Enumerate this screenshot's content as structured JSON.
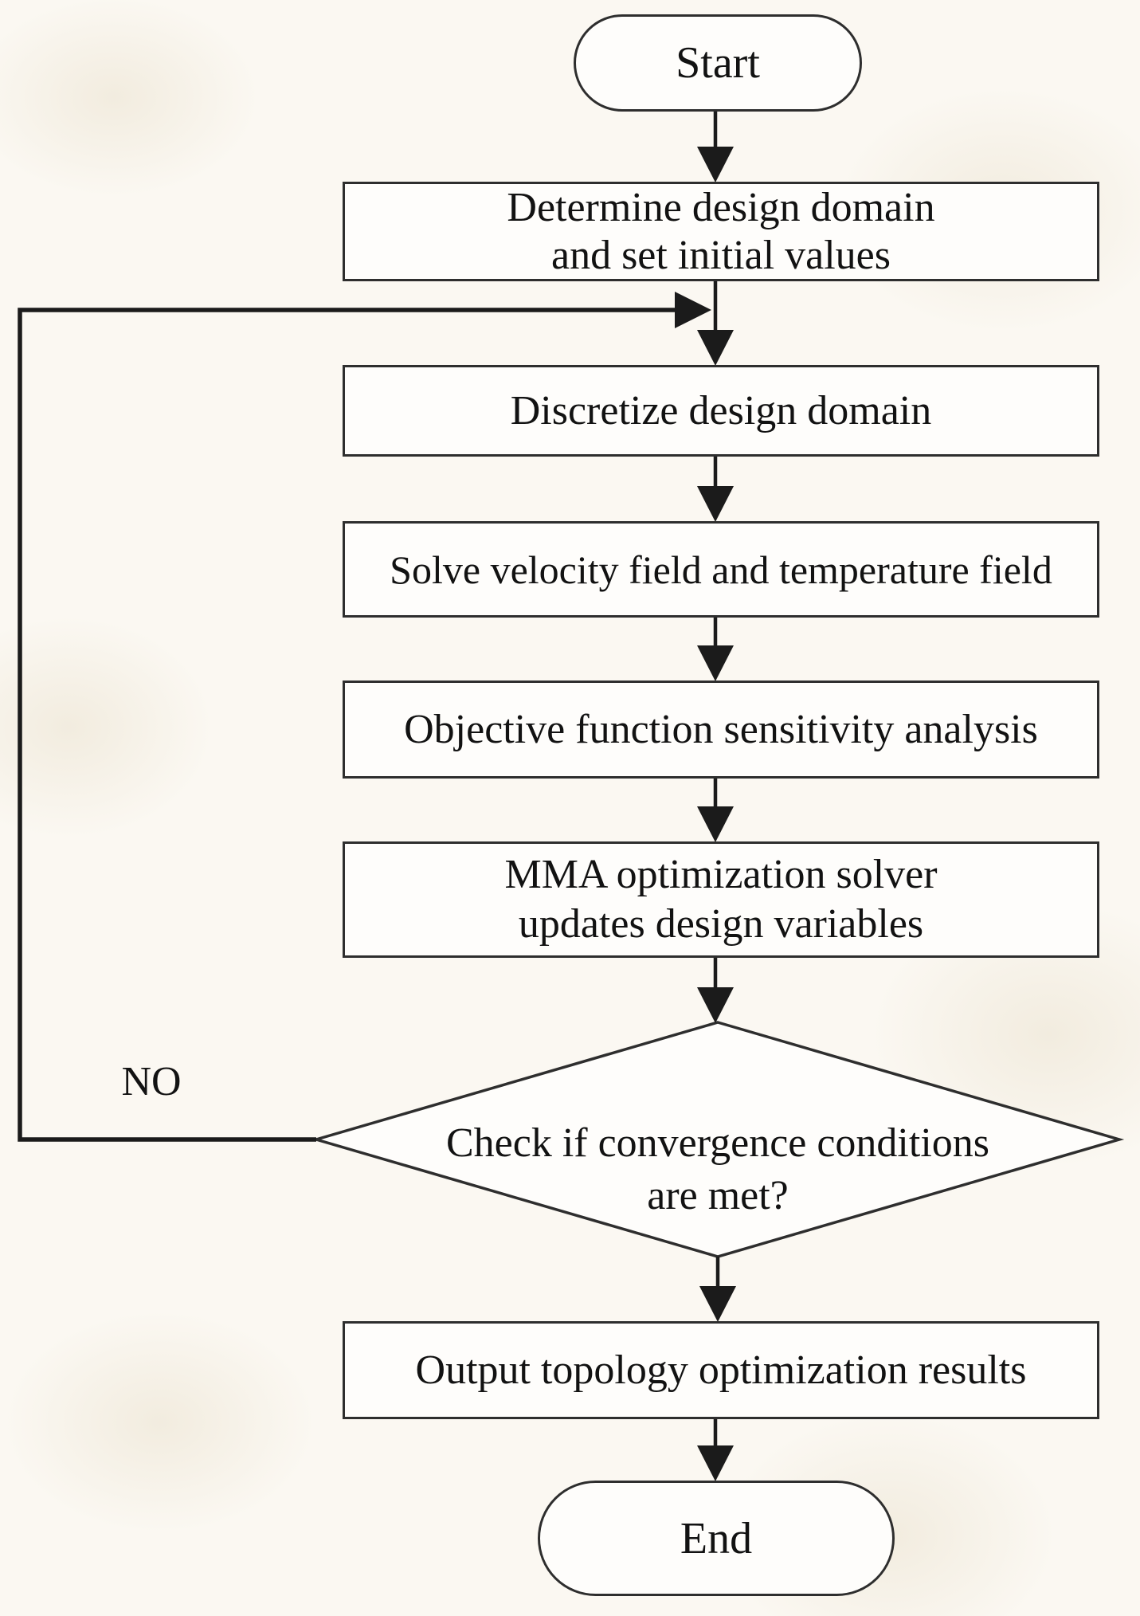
{
  "diagram": {
    "title_implied": "Topology optimization flowchart",
    "nodes": {
      "start": {
        "type": "terminal",
        "label": "Start"
      },
      "determine": {
        "type": "process",
        "line1": "Determine design domain",
        "line2": "and set initial values"
      },
      "discretize": {
        "type": "process",
        "label": "Discretize design domain"
      },
      "solve": {
        "type": "process",
        "label": "Solve velocity field and temperature field"
      },
      "sensitivity": {
        "type": "process",
        "label": "Objective function sensitivity analysis"
      },
      "mma": {
        "type": "process",
        "line1": "MMA optimization solver",
        "line2": "updates design variables"
      },
      "decision": {
        "type": "decision",
        "line1": "Check if convergence conditions",
        "line2": "are met?"
      },
      "output": {
        "type": "process",
        "label": "Output topology optimization results"
      },
      "end": {
        "type": "terminal",
        "label": "End"
      }
    },
    "edge_labels": {
      "no": "NO"
    },
    "flow_order": [
      "start",
      "determine",
      "discretize",
      "solve",
      "sensitivity",
      "mma",
      "decision",
      "output",
      "end"
    ],
    "loop": "decision --NO--> back to arrow entering discretize"
  },
  "colors": {
    "bg": "#fbf8f2",
    "blotch": "#f2ecdf",
    "box-fill": "#fefdfb",
    "line": "#1b1b1b",
    "border": "#2e2e2e",
    "text": "#121212"
  }
}
